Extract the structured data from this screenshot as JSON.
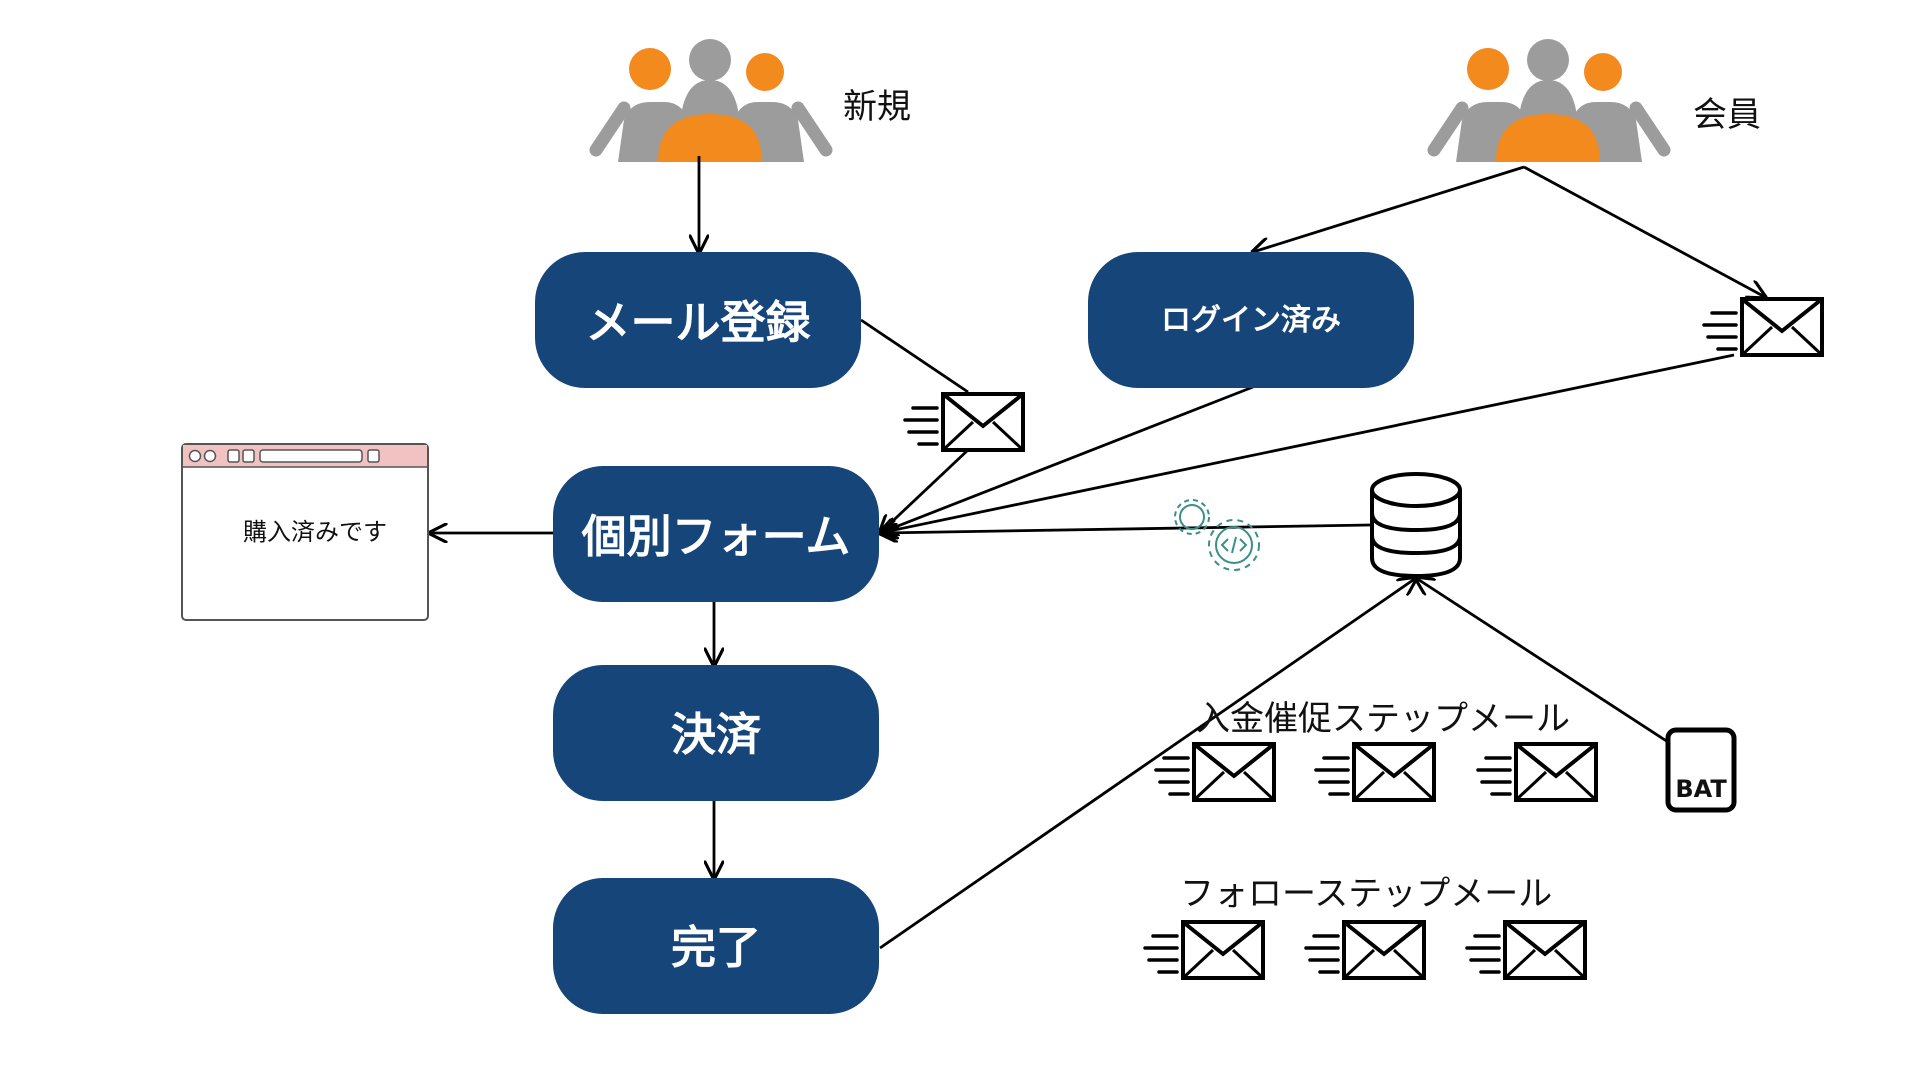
{
  "colors": {
    "node_fill": "#154579",
    "person_orange": "#F28A1E",
    "person_gray": "#9C9C9C",
    "line": "#000000",
    "window_titlebar": "#F2C2C2",
    "gear": "#3A8F8A"
  },
  "actors": {
    "new_label": "新規",
    "member_label": "会員"
  },
  "nodes": {
    "mail_register": "メール登録",
    "logged_in": "ログイン済み",
    "individual_form": "個別フォーム",
    "payment": "決済",
    "complete": "完了"
  },
  "browser_window": {
    "message": "購入済みです"
  },
  "batch_icon": {
    "label": "BAT"
  },
  "step_mail_groups": {
    "payment_reminder": "入金催促ステップメール",
    "follow": "フォローステップメール"
  },
  "icons": {
    "people": "people-group-icon",
    "mail": "speed-mail-icon",
    "database": "database-icon",
    "gears": "code-gears-icon",
    "batch": "batch-file-icon",
    "browser": "browser-window-icon"
  }
}
